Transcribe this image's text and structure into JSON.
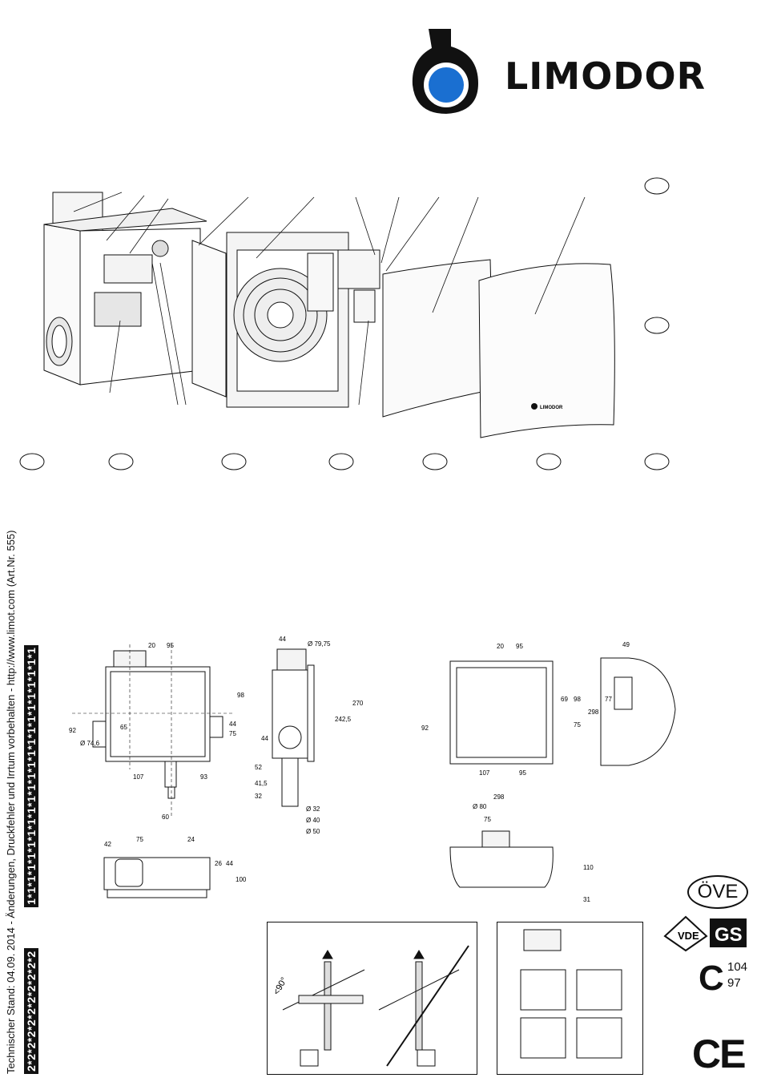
{
  "brand": {
    "name": "LIMODOR",
    "cover_logo": "LIMODOR",
    "logo_icon": "limodor-logo-icon",
    "accent_color": "#1a6fd1"
  },
  "sidebar": {
    "tech_note": "Technischer Stand: 04.09. 2014 - Änderungen, Druckfehler und Irrtum vorbehalten - http://www.limot.com (Art.Nr. 555)",
    "band1": "1*1*1*1*1*1*1*1*1*1*1*1*1*1*1*1*1*1*1*1*1*1*1",
    "band2": "2*2*2*2*2*2*2*2*2*2*2"
  },
  "dimensions": {
    "front": {
      "d20": "20",
      "d95": "95",
      "d98": "98",
      "d92": "92",
      "d65": "65",
      "d44": "44",
      "d75": "75",
      "dia": "Ø 74,6",
      "d107": "107",
      "d93": "93",
      "d60": "60"
    },
    "side": {
      "d44": "44",
      "dia": "Ø 79,75",
      "d270": "270",
      "d242": "242,5",
      "d44b": "44",
      "d52": "52",
      "d41": "41,5",
      "d32": "32",
      "o32": "Ø 32",
      "o40": "Ø 40",
      "o50": "Ø 50"
    },
    "bottom": {
      "d42": "42",
      "d75": "75",
      "d24": "24",
      "d26": "26",
      "d44": "44",
      "d100": "100"
    },
    "cover_front": {
      "d20": "20",
      "d95": "95",
      "d69": "69",
      "d98": "98",
      "d298": "298",
      "d92": "92",
      "d75": "75",
      "d107": "107",
      "d95b": "95"
    },
    "cover_side": {
      "d49": "49",
      "d77": "77"
    },
    "cover_top": {
      "d298": "298",
      "o80": "Ø 80",
      "d75": "75",
      "d110": "110",
      "d31": "31"
    }
  },
  "install": {
    "angle": "<90°"
  },
  "certifications": {
    "ove": "ÖVE",
    "vde": "VDE",
    "gs": "GS",
    "c_mark": "C",
    "c_sup": "104",
    "c_sub": "97",
    "ce": "CE"
  }
}
